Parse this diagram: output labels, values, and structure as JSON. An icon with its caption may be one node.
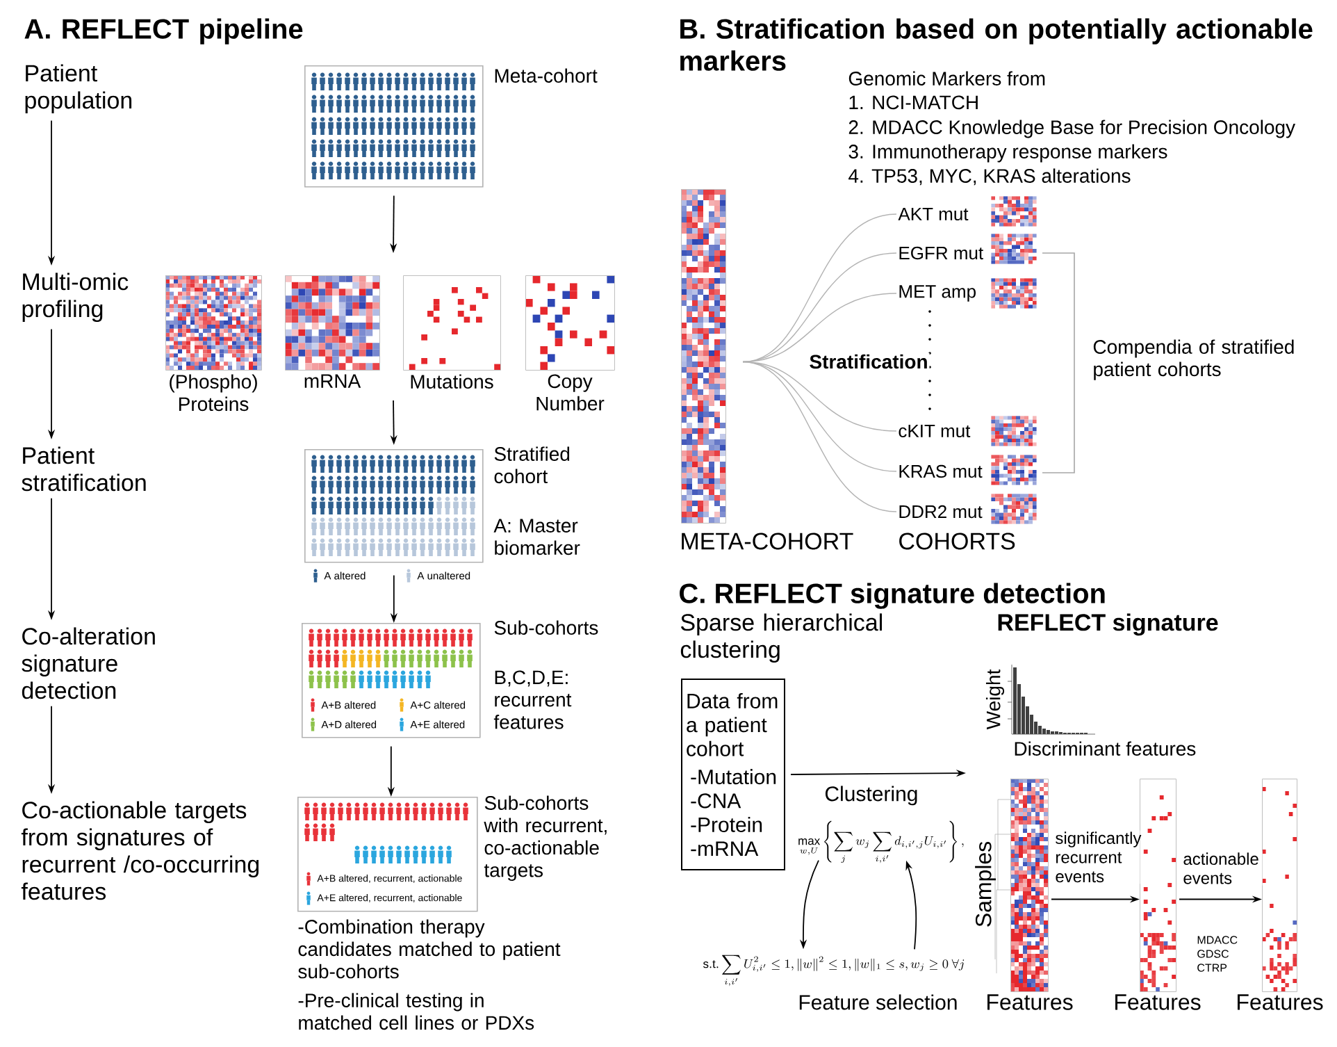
{
  "diagram": {
    "nodes": [
      {
        "text": [
          "Patient population"
        ]
      },
      {
        "text": [
          "Multi-omic profiling"
        ]
      },
      {
        "text": [
          "Patient stratification"
        ]
      },
      {
        "text": [
          "Co-alteration signature detection"
        ]
      },
      {
        "text": [
          "Co-actionable targets from signatures of recurrent /co-occurring features"
        ]
      },
      {
        "text": [],
        "shape": "picture",
        "beside": [
          "Meta-cohort"
        ]
      },
      {
        "text": [],
        "shape": "picture",
        "beside": [
          "(Phospho) Proteins"
        ]
      },
      {
        "text": [],
        "shape": "picture",
        "beside": [
          "mRNA"
        ]
      },
      {
        "text": [],
        "shape": "picture",
        "beside": [
          "Mutations"
        ]
      },
      {
        "text": [],
        "shape": "picture",
        "beside": [
          "Copy Number"
        ]
      },
      {
        "text": [],
        "shape": "picture",
        "beside": [
          "Stratified cohort",
          "A: Master biomarker"
        ]
      },
      {
        "text": [],
        "shape": "picture",
        "beside": [
          "Sub-cohorts",
          "B,C,D,E: recurrent features"
        ]
      },
      {
        "text": [],
        "shape": "picture",
        "beside": [
          "Sub-cohorts with recurrent, co-actionable targets",
          "-Combination therapy candidates matched to patient sub-cohorts",
          "-Pre-clinical testing in matched cell lines or PDXs"
        ]
      },
      {
        "text": [],
        "shape": "picture",
        "beside": [
          "META-COHORT"
        ]
      },
      {
        "text": [
          "AKT mut"
        ]
      },
      {
        "text": [
          "EGFR mut"
        ]
      },
      {
        "text": [
          "MET amp"
        ]
      },
      {
        "text": [
          "cKIT mut"
        ]
      },
      {
        "text": [
          "KRAS mut"
        ]
      },
      {
        "text": [
          "DDR2 mut"
        ]
      },
      {
        "text": [
          "Data from a patient cohort",
          "-Mutation",
          "-CNA",
          "-Protein",
          "-mRNA"
        ],
        "beside": [
          "Sparse hierarchical clustering"
        ]
      },
      {
        "text": [
          "\\max_{w,U}\\left\\{\\sum_{j} w_j \\sum_{i,i'} d_{i,i',j}U_{i,i'}\\right\\},"
        ],
        "beside": [
          "Clustering"
        ]
      },
      {
        "text": [
          "\\mathrm{s.t.}\\sum_{i,i'} U_{i,i'}^2 \\le 1, \\|w\\|^2 \\le 1, \\|w\\|_1 \\le s, w_j \\ge 0\\ \\forall j"
        ],
        "beside": [
          "Feature selection"
        ]
      },
      {
        "text": [],
        "shape": "picture",
        "beside": [
          "Samples",
          "Features"
        ]
      },
      {
        "text": [],
        "shape": "picture",
        "beside": [
          "Features"
        ]
      },
      {
        "text": [],
        "shape": "picture",
        "beside": [
          "Features"
        ]
      }
    ],
    "edges": [
      {
        "from": 0,
        "to": 1,
        "arrow": "to"
      },
      {
        "from": 1,
        "to": 2,
        "arrow": "to"
      },
      {
        "from": 2,
        "to": 3,
        "arrow": "to"
      },
      {
        "from": 3,
        "to": 4,
        "arrow": "to"
      },
      {
        "from": 5,
        "to": null,
        "arrow": "to"
      },
      {
        "from": null,
        "to": 10,
        "arrow": "to"
      },
      {
        "from": 10,
        "to": 11,
        "arrow": "to"
      },
      {
        "from": 11,
        "to": 12,
        "arrow": "to"
      },
      {
        "from": 13,
        "to": 14,
        "arrow": "none",
        "color": "#b3b3b3"
      },
      {
        "from": 13,
        "to": 15,
        "arrow": "none",
        "color": "#b3b3b3"
      },
      {
        "from": 13,
        "to": 16,
        "arrow": "none",
        "color": "#b3b3b3"
      },
      {
        "from": 13,
        "to": 17,
        "arrow": "none",
        "color": "#b3b3b3"
      },
      {
        "from": 13,
        "to": 18,
        "arrow": "none",
        "color": "#b3b3b3"
      },
      {
        "from": 13,
        "to": 19,
        "arrow": "none",
        "color": "#b3b3b3"
      },
      {
        "from": 20,
        "to": null,
        "arrow": "to"
      },
      {
        "from": 21,
        "to": 22,
        "arrow": "to"
      },
      {
        "from": 22,
        "to": 21,
        "arrow": "to"
      },
      {
        "from": 23,
        "to": 24,
        "arrow": "to",
        "label": "significantly recurrent events"
      },
      {
        "from": 24,
        "to": 25,
        "arrow": "to",
        "label": "actionable events"
      }
    ],
    "labels": [
      "A. REFLECT pipeline",
      "B. Stratification based on potentially actionable markers",
      "Genomic Markers from",
      "1. NCI-MATCH",
      "2. MDACC Knowledge Base for Precision Oncology",
      "3. Immunotherapy response markers",
      "4. TP53, MYC, KRAS alterations",
      "Stratification",
      "COHORTS",
      "Compendia of stratified patient cohorts",
      "C. REFLECT signature detection",
      "REFLECT signature",
      "Weight",
      "Discriminant features",
      "MDACC",
      "GDSC",
      "CTRP"
    ],
    "legend": [
      {
        "text": "A altered"
      },
      {
        "text": "A unaltered"
      },
      {
        "text": "A+B altered"
      },
      {
        "text": "A+C altered"
      },
      {
        "text": "A+D altered"
      },
      {
        "text": "A+E altered"
      },
      {
        "text": "A+B altered, recurrent, actionable"
      },
      {
        "text": "A+E altered, recurrent, actionable"
      }
    ]
  }
}
